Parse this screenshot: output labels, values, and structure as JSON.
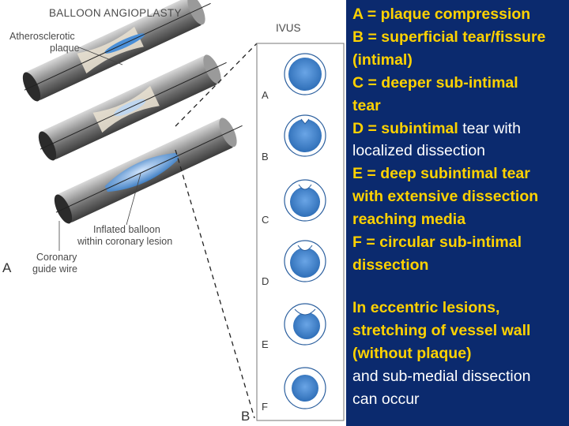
{
  "diagram": {
    "title": "BALLOON ANGIOPLASTY",
    "ivus_title": "IVUS",
    "labels": {
      "plaque_line1": "Atherosclerotic",
      "plaque_line2": "plaque",
      "balloon_line1": "Inflated balloon",
      "balloon_line2": "within coronary lesion",
      "wire_line1": "Coronary",
      "wire_line2": "guide wire",
      "panel_a": "A",
      "panel_b": "B"
    },
    "ivus_letters": [
      "A",
      "B",
      "C",
      "D",
      "E",
      "F"
    ]
  },
  "legend": {
    "a_line1": "A = plaque compression",
    "b_line1": "B = superficial tear/fissure",
    "b_line2": "(intimal)",
    "c_line1": "C = deeper sub-intimal",
    "c_line2": "tear",
    "d_part1": "D = subintimal",
    "d_part2": " tear with",
    "d_line2": "localized dissection",
    "e_line1": "E = deep subintimal tear",
    "e_line2": "with extensive dissection",
    "e_line3": "reaching media",
    "f_line1": "F = circular sub-intimal",
    "f_line2": "dissection"
  },
  "note": {
    "line1": "In eccentric lesions,",
    "line2": "stretching of vessel wall",
    "line3": "(without plaque)",
    "line4": "and sub-medial dissection",
    "line5": "can occur"
  },
  "colors": {
    "panel_bg": "#0b2a6e",
    "highlight_text": "#ffd200",
    "plain_text": "#ffffff",
    "ivus_blue": "#3f7fc4"
  }
}
